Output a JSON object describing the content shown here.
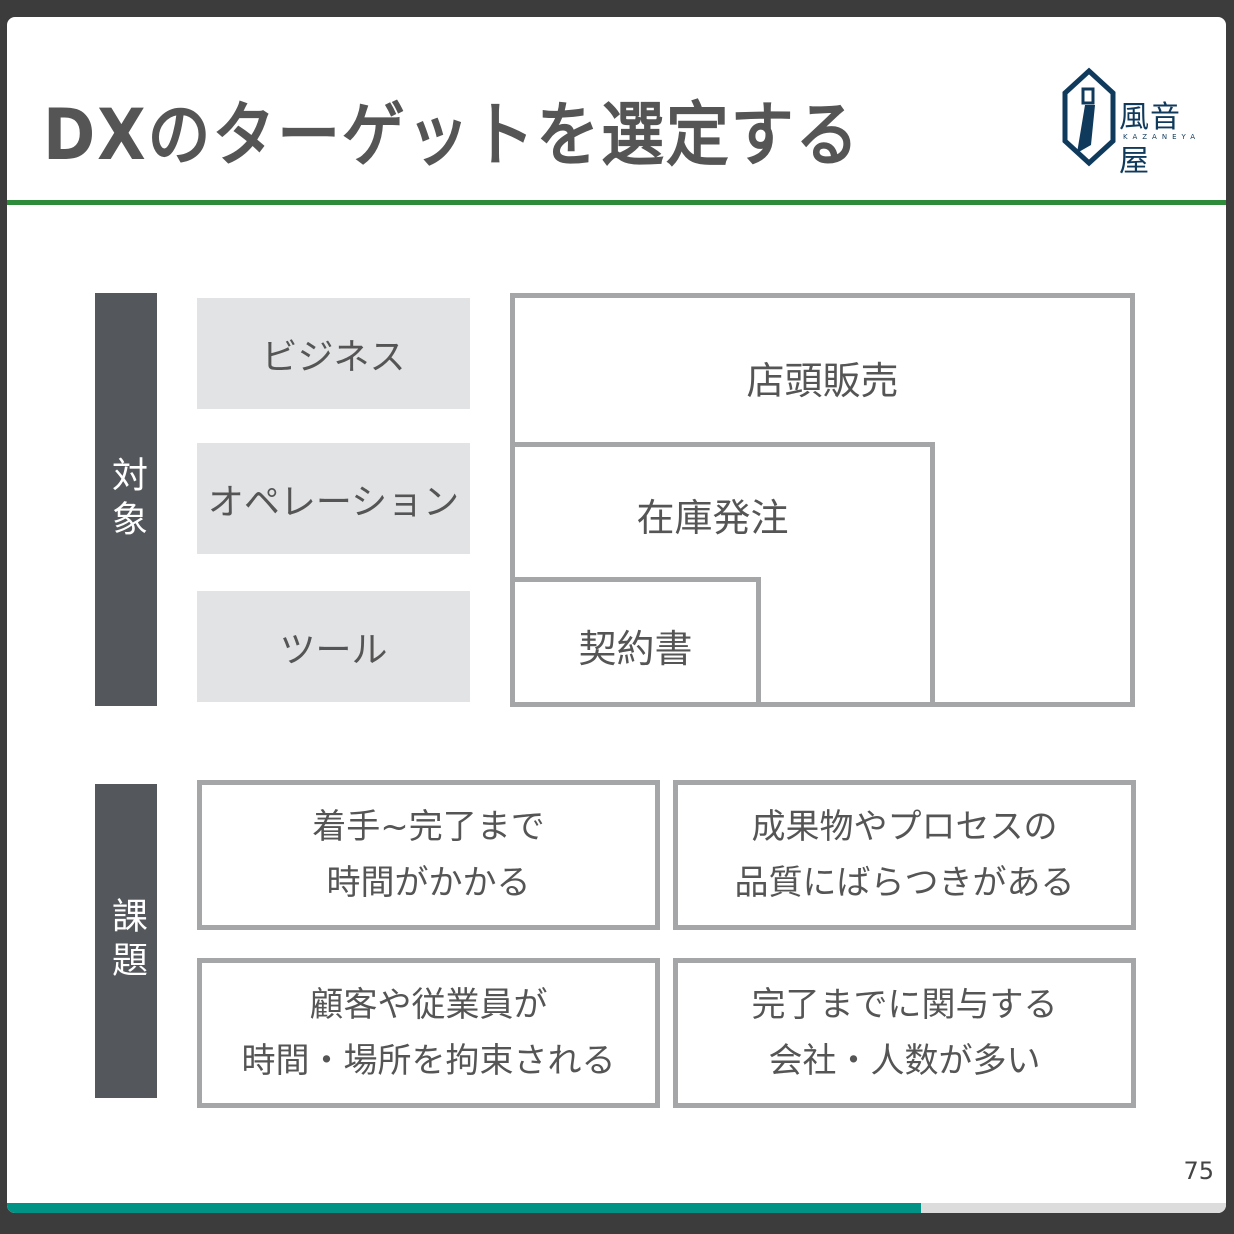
{
  "title": "DXのターゲットを選定する",
  "logo": {
    "name": "風音屋",
    "sub": "KAZANEYA"
  },
  "target": {
    "label": "対象",
    "categories": [
      "ビジネス",
      "オペレーション",
      "ツール"
    ],
    "scopes": [
      "店頭販売",
      "在庫発注",
      "契約書"
    ]
  },
  "issues": {
    "label": "課題",
    "items": [
      [
        "着手~完了まで",
        "時間がかかる"
      ],
      [
        "成果物やプロセスの",
        "品質にばらつきがある"
      ],
      [
        "顧客や従業員が",
        "時間・場所を拘束される"
      ],
      [
        "完了までに関与する",
        "会社・人数が多い"
      ]
    ]
  },
  "page_number": "75",
  "progress": 0.75,
  "colors": {
    "accent": "#2e8b3a",
    "progress": "#009284",
    "panel": "#54585c"
  }
}
